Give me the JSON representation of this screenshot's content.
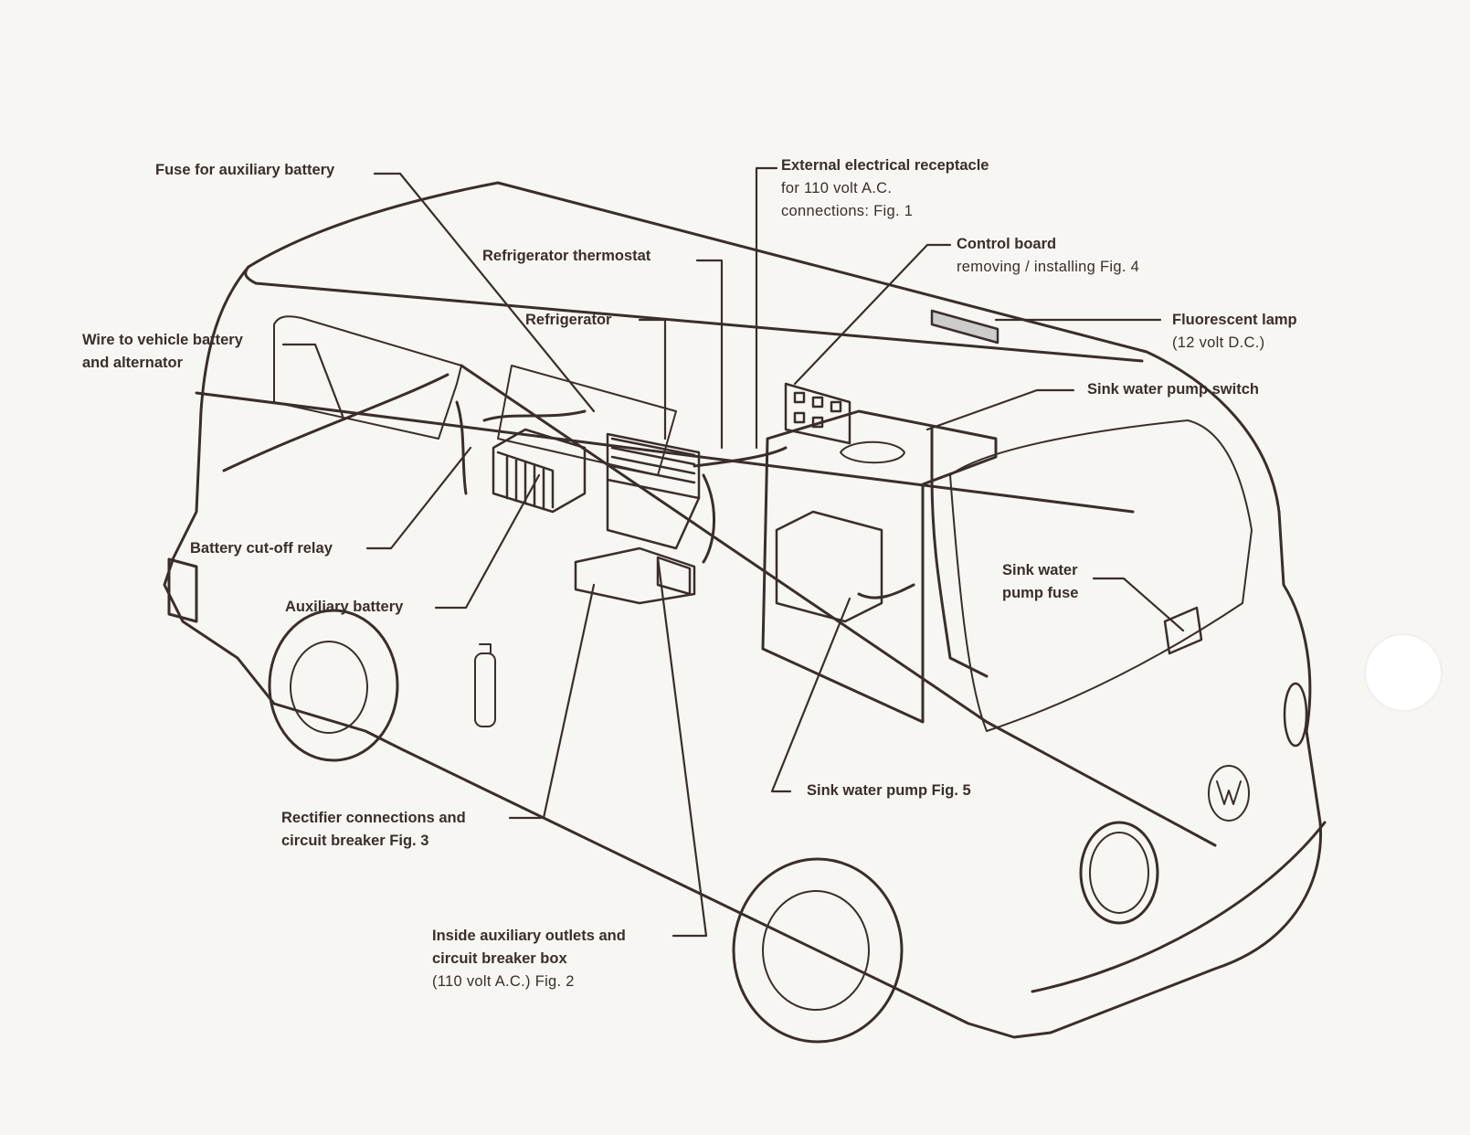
{
  "diagram": {
    "subject": "Camper van electrical system layout",
    "labels": [
      {
        "id": "fuse-aux-battery",
        "title": "Fuse for auxiliary battery",
        "sub": []
      },
      {
        "id": "wire-vehicle-battery",
        "title": "Wire to vehicle battery",
        "sub": [],
        "title2": "and alternator"
      },
      {
        "id": "refrigerator-thermostat",
        "title": "Refrigerator thermostat",
        "sub": []
      },
      {
        "id": "refrigerator",
        "title": "Refrigerator",
        "sub": []
      },
      {
        "id": "external-receptacle",
        "title": "External electrical receptacle",
        "sub": [
          "for 110 volt A.C.",
          "connections: Fig. 1"
        ]
      },
      {
        "id": "control-board",
        "title": "Control board",
        "sub": [
          "removing / installing Fig. 4"
        ]
      },
      {
        "id": "fluorescent-lamp",
        "title": "Fluorescent lamp",
        "sub": [
          "(12 volt D.C.)"
        ]
      },
      {
        "id": "sink-pump-switch",
        "title": "Sink water pump switch",
        "sub": []
      },
      {
        "id": "battery-cutoff-relay",
        "title": "Battery cut-off relay",
        "sub": []
      },
      {
        "id": "auxiliary-battery",
        "title": "Auxiliary battery",
        "sub": []
      },
      {
        "id": "sink-pump-fuse",
        "title": "Sink water",
        "title2": "pump fuse",
        "sub": []
      },
      {
        "id": "sink-water-pump",
        "title": "Sink water pump Fig. 5",
        "sub": []
      },
      {
        "id": "rectifier",
        "title": "Rectifier connections and",
        "title2": "circuit breaker Fig. 3",
        "sub": []
      },
      {
        "id": "inside-outlets",
        "title": "Inside auxiliary outlets and",
        "title2": "circuit breaker box",
        "sub": [
          "(110 volt A.C.) Fig. 2"
        ]
      }
    ]
  }
}
